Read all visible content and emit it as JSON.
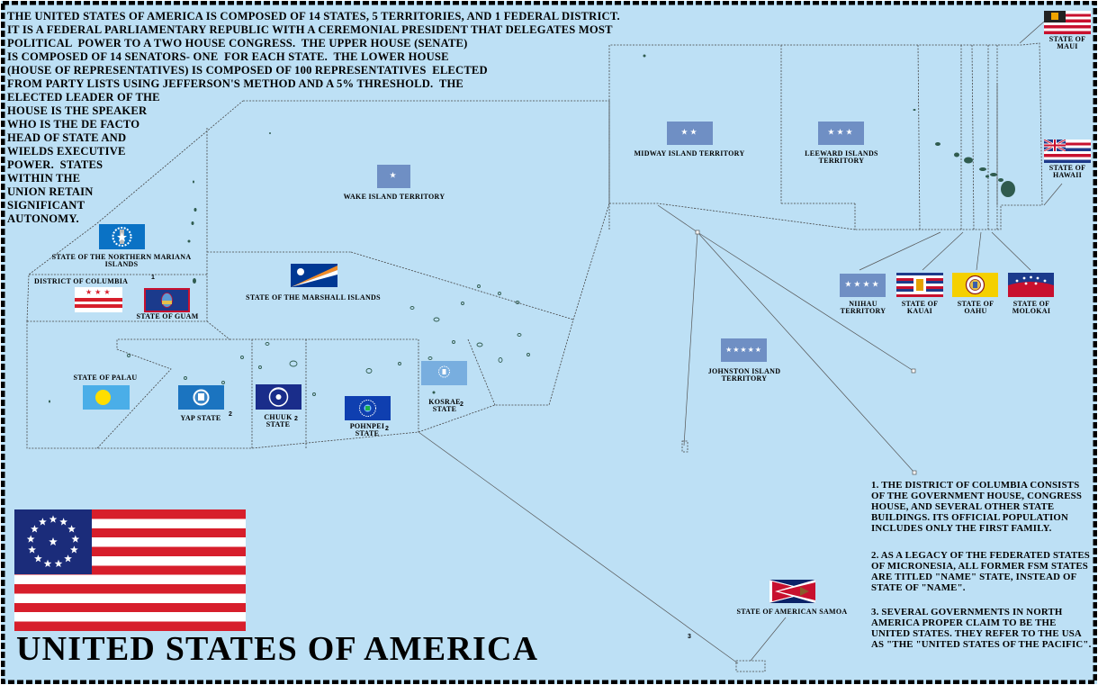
{
  "intro": {
    "line1": "The United States of America is composed of 14 states, 5 territories, and 1 federal district.",
    "line2": "It is a federal parliamentary republic with a ceremonial president that delegates most",
    "line3": "political  power to a two house congress.  The upper house (senate)",
    "line4": "is composed of 14 senators- one  for each state.  The lower house",
    "line5": "(House of representatives) is composed of 100 representatives  elected",
    "line6": "from party lists using Jefferson's method and a 5% threshold.  The",
    "line7": "elected leader of the",
    "line8": "house is the speaker",
    "line9": "who is the de facto",
    "line10": "head of state and",
    "line11": "wields executive",
    "line12": "power.  States",
    "line13": "within the",
    "line14": "union retain",
    "line15": "significant",
    "line16": "autonomy."
  },
  "title": "United States of America",
  "title_note": "3",
  "labels": {
    "maui": "State of Maui",
    "hawaii": "State of Hawaii",
    "midway": "Midway Island Territory",
    "leeward": "Leeward Islands Territory",
    "wake": "Wake Island Territory",
    "nmi": "State of the Northern Mariana Islands",
    "dc": "District of Columbia",
    "dc_note": "1",
    "guam": "State of Guam",
    "marshall": "State of the Marshall Islands",
    "palau": "State of Palau",
    "yap": "Yap State",
    "yap_note": "2",
    "chuuk": "Chuuk State",
    "chuuk_note": "2",
    "pohnpei": "Pohnpei State",
    "pohnpei_note": "2",
    "kosrae": "Kosrae State",
    "kosrae_note": "2",
    "niihau": "Niihau Territory",
    "kauai": "State of Kauai",
    "oahu": "State of Oahu",
    "molokai": "State of Molokai",
    "johnston": "Johnston Island Territory",
    "samoa": "State of American Samoa"
  },
  "flag_stars": {
    "midway": "★★",
    "leeward": "★★★",
    "wake": "★",
    "niihau": "★★★★",
    "johnston": "★★★★★"
  },
  "notes": {
    "n1": "1. The District of Columbia consists of the government house, congress house, and several other state  buildings. Its official population includes only the first family.",
    "n2": "2. As a legacy of the Federated States of Micronesia, all former FSM states are titled \"Name\" State, instead of State of \"Name\".",
    "n3": "3. Several governments  in North America proper claim to be the United States.  They refer to the USA as \"The \"United States of the Pacific\"."
  },
  "colors": {
    "ocean": "#bde0f5",
    "territory_flag": "#6f8fc4",
    "us_red": "#d71e2b",
    "us_blue": "#1b2c7a",
    "border": "#444444"
  },
  "icons": [
    "star-circle-icon",
    "island-icon"
  ]
}
